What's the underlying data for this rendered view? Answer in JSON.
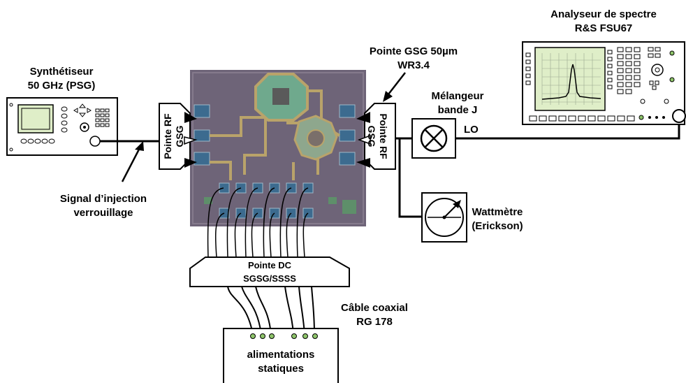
{
  "labels": {
    "synth_line1": "Synthétiseur",
    "synth_line2": "50 GHz (PSG)",
    "analyzer_line1": "Analyseur de spectre",
    "analyzer_line2": "R&S FSU67",
    "gsg_probe_line1": "Pointe GSG 50µm",
    "gsg_probe_line2": "WR3.4",
    "mixer_line1": "Mélangeur",
    "mixer_line2": "bande J",
    "lo": "LO",
    "left_probe_line1": "Pointe RF",
    "left_probe_line2": "GSG",
    "right_probe_line1": "Pointe RF",
    "right_probe_line2": "GSG",
    "injection_line1": "Signal d’injection",
    "injection_line2": "verrouillage",
    "wattmeter_line1": "Wattmètre",
    "wattmeter_line2": "(Erickson)",
    "dc_probe_line1": "Pointe DC",
    "dc_probe_line2": "SGSG/SSSS",
    "cable_line1": "Câble coaxial",
    "cable_line2": "RG 178",
    "supply_line1": "alimentations",
    "supply_line2": "statiques"
  },
  "colors": {
    "chip_die": "#6e6478",
    "chip_metal": "#b9a36a",
    "chip_pad": "#3c6b8f",
    "screen_green": "#dfeec8",
    "supply_dot": "#8ec46a"
  }
}
